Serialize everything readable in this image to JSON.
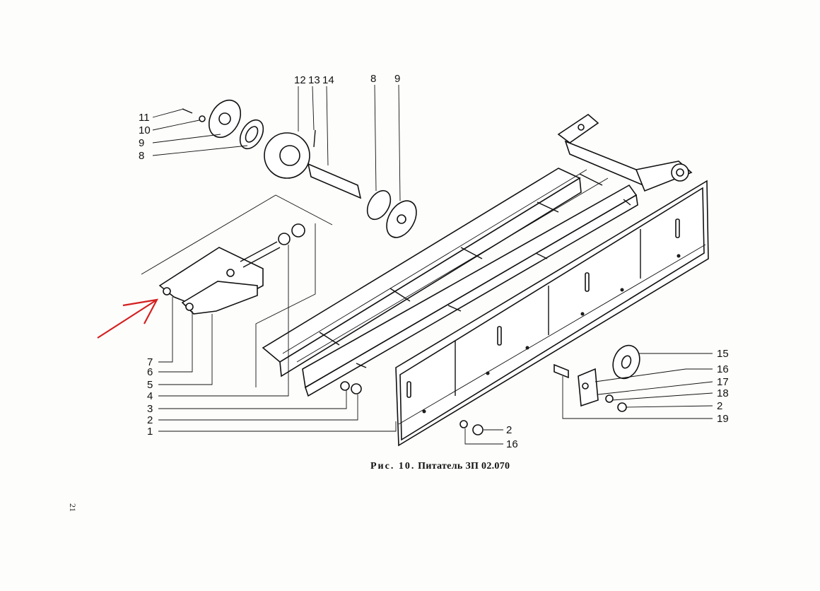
{
  "figure": {
    "caption_prefix": "Рис. 10.",
    "caption_title": "Питатель ЗП 02.070",
    "page_number": "21",
    "accent_color": "#d42020"
  },
  "callouts": {
    "top": [
      {
        "num": "12"
      },
      {
        "num": "13"
      },
      {
        "num": "14"
      },
      {
        "num": "8"
      },
      {
        "num": "9"
      }
    ],
    "upper_left": [
      {
        "num": "11"
      },
      {
        "num": "10"
      },
      {
        "num": "9"
      },
      {
        "num": "8"
      }
    ],
    "lower_left": [
      {
        "num": "7"
      },
      {
        "num": "6"
      },
      {
        "num": "5"
      },
      {
        "num": "4"
      },
      {
        "num": "3"
      },
      {
        "num": "2"
      },
      {
        "num": "1"
      }
    ],
    "roller_group": [
      {
        "num": "15"
      },
      {
        "num": "16"
      },
      {
        "num": "17"
      },
      {
        "num": "18"
      },
      {
        "num": "2"
      },
      {
        "num": "19"
      }
    ],
    "nut_group": [
      {
        "num": "2"
      },
      {
        "num": "16"
      }
    ]
  }
}
